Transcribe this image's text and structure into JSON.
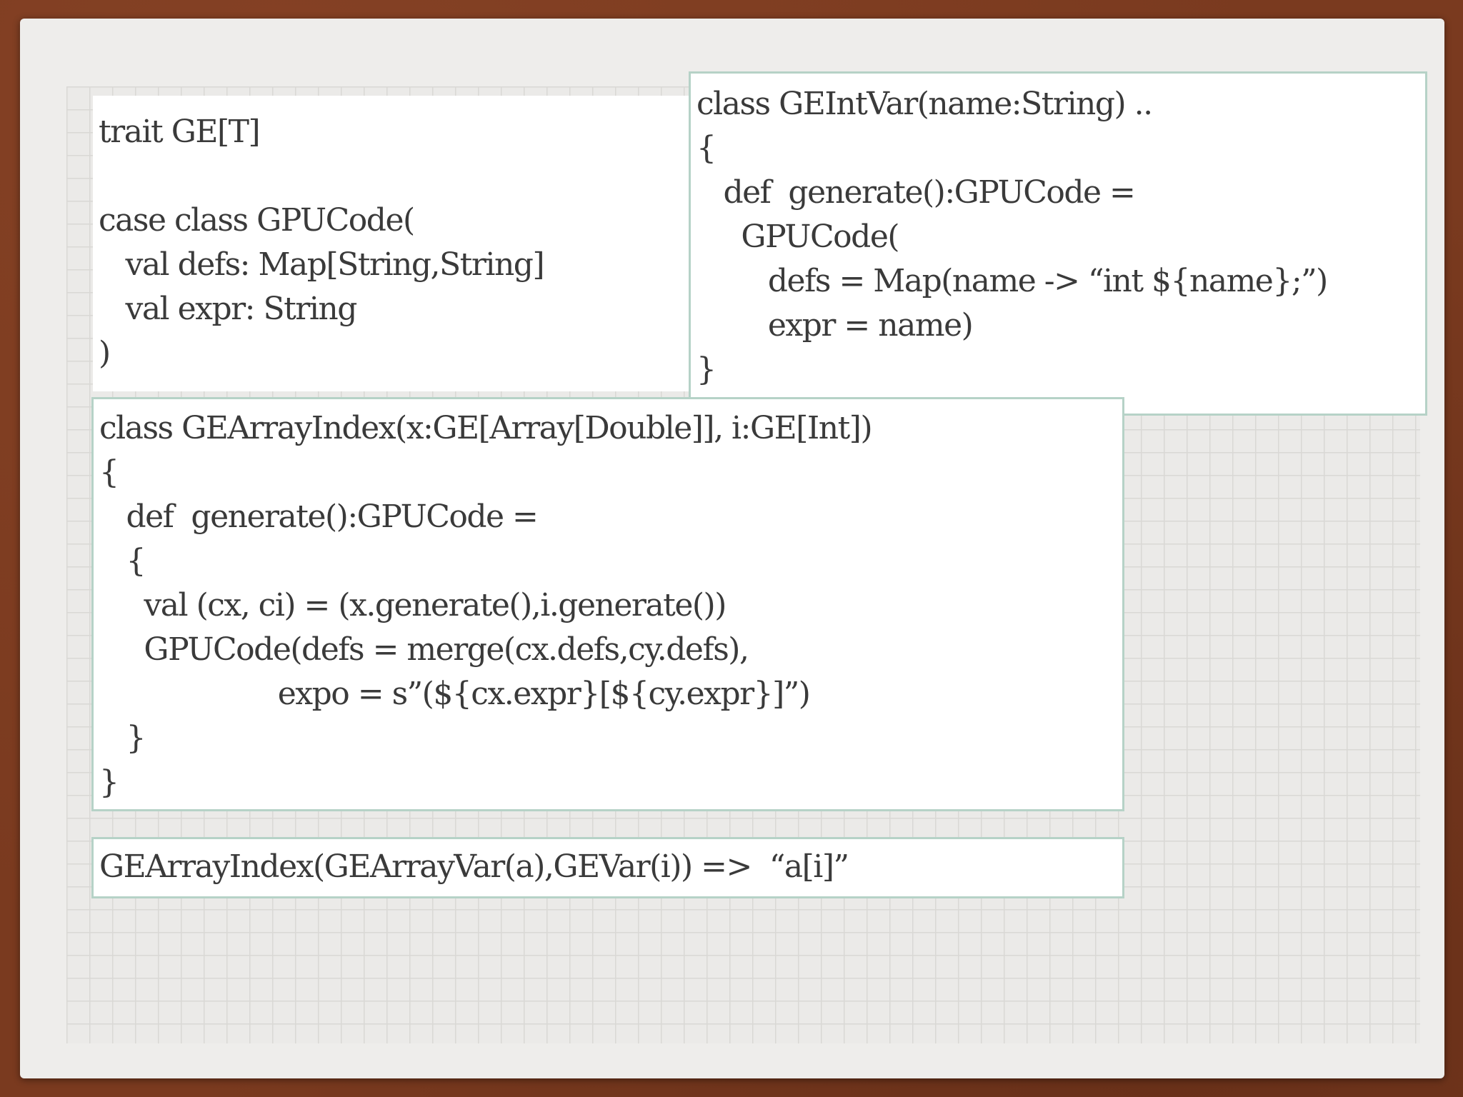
{
  "boxes": {
    "trait": {
      "lines": [
        "trait GE[T]",
        "",
        "case class GPUCode(",
        "   val defs: Map[String,String]",
        "   val expr: String",
        ")"
      ]
    },
    "intvar": {
      "lines": [
        "class GEIntVar(name:String) ..",
        "{",
        "   def  generate():GPUCode =",
        "     GPUCode(",
        "        defs = Map(name -> “int ${name};”)",
        "        expr = name)",
        "}"
      ]
    },
    "arrayindex": {
      "lines": [
        "class GEArrayIndex(x:GE[Array[Double]], i:GE[Int])",
        "{",
        "   def  generate():GPUCode =",
        "   {",
        "     val (cx, ci) = (x.generate(),i.generate())",
        "     GPUCode(defs = merge(cx.defs,cy.defs),",
        "                    expo = s”(${cx.expr}[${cy.expr}]”)",
        "   }",
        "}"
      ]
    },
    "example": {
      "lines": [
        "GEArrayIndex(GEArrayVar(a),GEVar(i)) =>  “a[i]”"
      ]
    }
  },
  "colors": {
    "frame": "#7a3a1f",
    "slide": "#eeedeb",
    "grid_line": "#d9d8d5",
    "box_border": "#b6d2c7",
    "text": "#3a3a3a"
  }
}
